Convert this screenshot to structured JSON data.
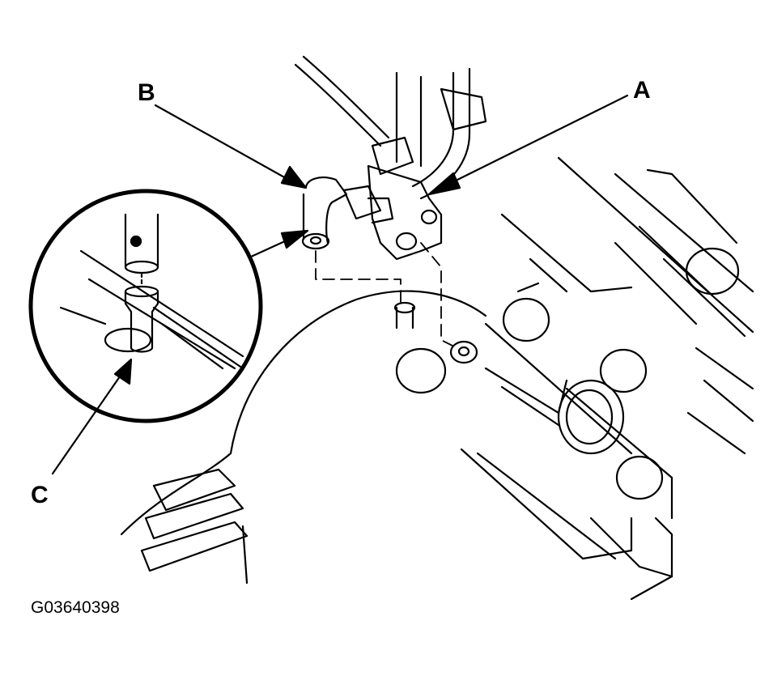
{
  "labels": {
    "a": "A",
    "b": "B",
    "c": "C"
  },
  "figure_id": "G03640398",
  "colors": {
    "ink": "#000000",
    "paper": "#ffffff"
  }
}
